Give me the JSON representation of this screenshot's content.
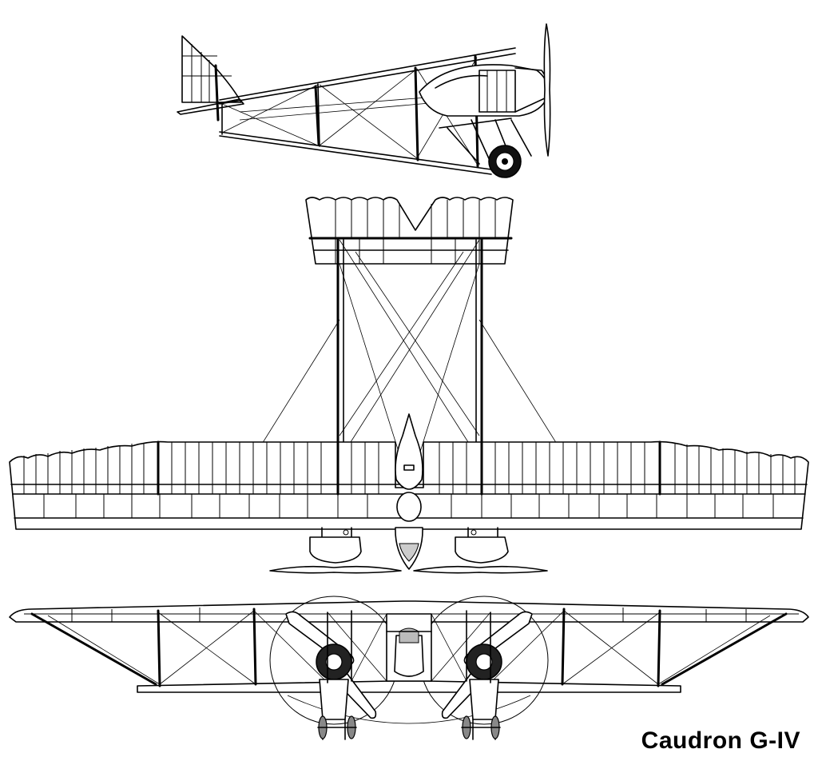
{
  "drawing": {
    "title": "Caudron G-IV",
    "views": [
      "side-view",
      "top-view",
      "front-view"
    ]
  }
}
